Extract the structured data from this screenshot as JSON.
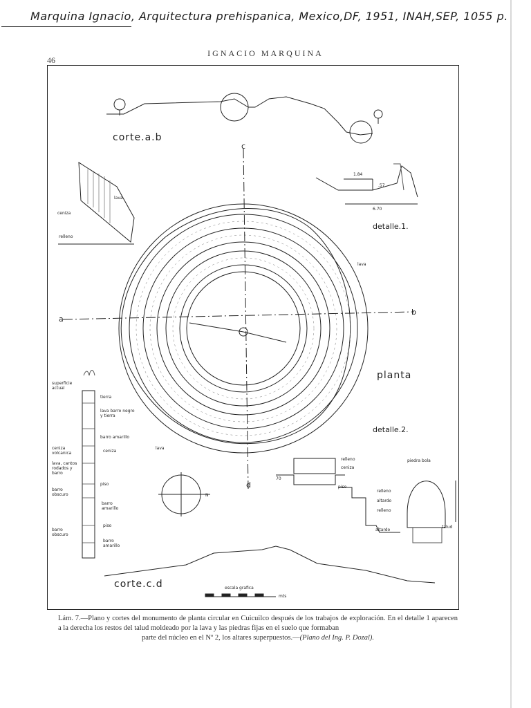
{
  "handwritten_note": "Marquina Ignacio, Arquitectura prehispanica, Mexico,DF, 1951, INAH,SEP, 1055 p.",
  "page_number": "46",
  "running_head": "IGNACIO MARQUINA",
  "plate": {
    "labels": {
      "corte_ab": "corte.a.b",
      "corte_cd": "corte.c.d",
      "planta": "planta",
      "detalle_1": "detalle.1.",
      "detalle_2": "detalle.2.",
      "axis_a": "a",
      "axis_b": "b",
      "axis_c": "c",
      "axis_d": "d",
      "lava_left": "lava",
      "ceniza_left": "ceniza",
      "relleno_left": "relleno",
      "lava_right": "lava",
      "lava_bottom": "lava",
      "scale_text": "escala grafica",
      "scale_unit": "mts",
      "dim_top": "1.84",
      "dim_right": ".57",
      "dim_bottom": "6.70",
      "dim_70": "70",
      "N": "N"
    },
    "strata": {
      "superficie": "superficie actual",
      "tierra": "tierra",
      "lava_barro": "lava barro negro y tierra",
      "barro_amarillo_1": "barro amarillo",
      "ceniza_volcanica": "ceniza volcanica",
      "ceniza": "ceniza",
      "lava_cantos": "lava, cantos rodados y barro",
      "piso_1": "piso",
      "barro_obscuro_1": "barro obscuro",
      "barro_amarillo_2": "barro amarillo",
      "piso_2": "piso",
      "barro_obscuro_2": "barro obscuro",
      "barro_amarillo_3": "barro amarillo"
    },
    "detail2": {
      "relleno_top": "relleno",
      "ceniza": "ceniza",
      "piso": "piso",
      "relleno": "relleno",
      "altardo_1": "altardo",
      "relleno_2": "relleno",
      "altardo_2": "altardo",
      "piedra_bola": "piedra bola",
      "talud": "talud"
    }
  },
  "caption": {
    "line1": "Lám. 7.—Plano y cortes del monumento de planta circular en Cuicuilco después de los trabajos de exploración. En el",
    "line2": "detalle 1 aparecen a la derecha los restos del talud moldeado por la lava y las piedras fijas en el suelo que formaban",
    "line3_start": "parte del núcleo en el Nº 2, los altares superpuestos.—",
    "line3_italic": "(Plano del Ing. P. Dozal)."
  }
}
